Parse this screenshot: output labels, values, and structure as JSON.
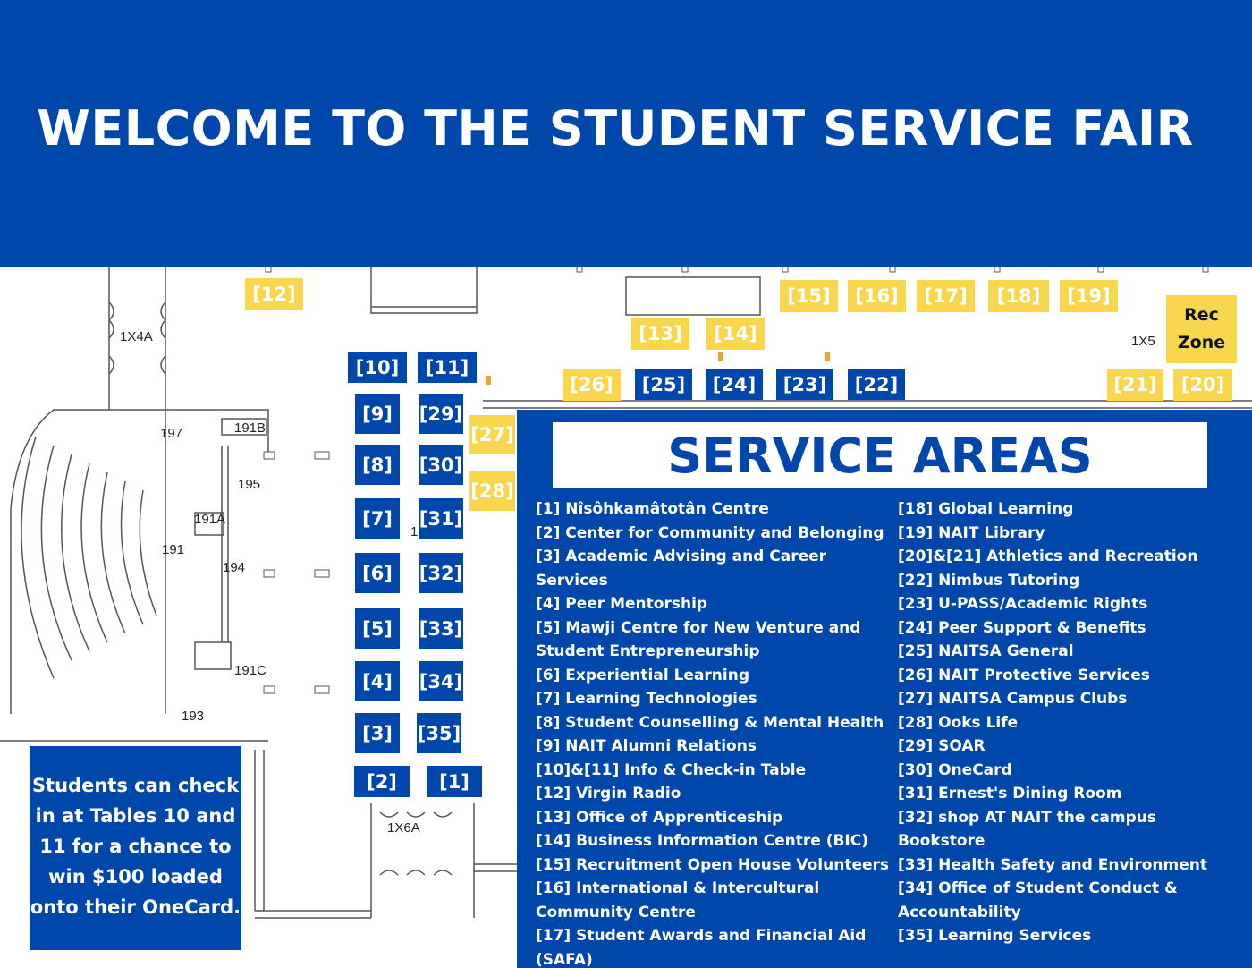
{
  "header": {
    "title": "WELCOME TO THE STUDENT SERVICE FAIR"
  },
  "colors": {
    "primary_blue": "#0047ab",
    "accent_yellow": "#f8d64e",
    "text_white": "#ffffff"
  },
  "floorplan": {
    "rooms": [
      "1X4A",
      "197",
      "191B",
      "195",
      "191A",
      "191",
      "194",
      "191C",
      "193",
      "1X6A",
      "1X5",
      "1"
    ],
    "blue_tables": [
      "[10]",
      "[11]",
      "[9]",
      "[29]",
      "[8]",
      "[30]",
      "[7]",
      "[31]",
      "[6]",
      "[32]",
      "[5]",
      "[33]",
      "[4]",
      "[34]",
      "[3]",
      "[35]",
      "[2]",
      "[1]",
      "[25]",
      "[24]",
      "[23]",
      "[22]"
    ],
    "yellow_tables": [
      "[12]",
      "[15]",
      "[16]",
      "[17]",
      "[18]",
      "[19]",
      "[13]",
      "[14]",
      "[26]",
      "[27]",
      "[28]",
      "[21]",
      "[20]"
    ],
    "rec_zone": {
      "line1": "Rec",
      "line2": "Zone"
    }
  },
  "checkin_note": "Students can check in at Tables 10 and 11 for a chance to win $100 loaded onto their OneCard.",
  "service_areas": {
    "title": "SERVICE AREAS",
    "left_column": [
      "[1] Nîsôhkamâtotân Centre",
      "[2] Center for Community and Belonging",
      "[3] Academic Advising and Career Services",
      "[4] Peer Mentorship",
      "[5] Mawji Centre for New Venture and Student Entrepreneurship",
      "[6] Experiential Learning",
      "[7] Learning Technologies",
      "[8] Student Counselling & Mental Health",
      "[9] NAIT Alumni Relations",
      "[10]&[11] Info & Check-in Table",
      "[12] Virgin Radio",
      "[13] Office of Apprenticeship",
      "[14] Business Information Centre (BIC)",
      "[15] Recruitment Open House Volunteers",
      "[16] International & Intercultural Community Centre",
      "[17] Student Awards and Financial Aid (SAFA)"
    ],
    "right_column": [
      "[18] Global Learning",
      "[19] NAIT Library",
      "[20]&[21] Athletics and Recreation",
      "[22] Nimbus Tutoring",
      "[23] U-PASS/Academic Rights",
      "[24] Peer Support & Benefits",
      "[25] NAITSA General",
      "[26] NAIT Protective Services",
      "[27] NAITSA Campus Clubs",
      "[28] Ooks Life",
      "[29] SOAR",
      "[30] OneCard",
      "[31] Ernest's Dining Room",
      "[32] shop AT NAIT the campus Bookstore",
      "[33] Health Safety and Environment",
      "[34] Office of Student Conduct & Accountability",
      "[35] Learning Services"
    ]
  }
}
